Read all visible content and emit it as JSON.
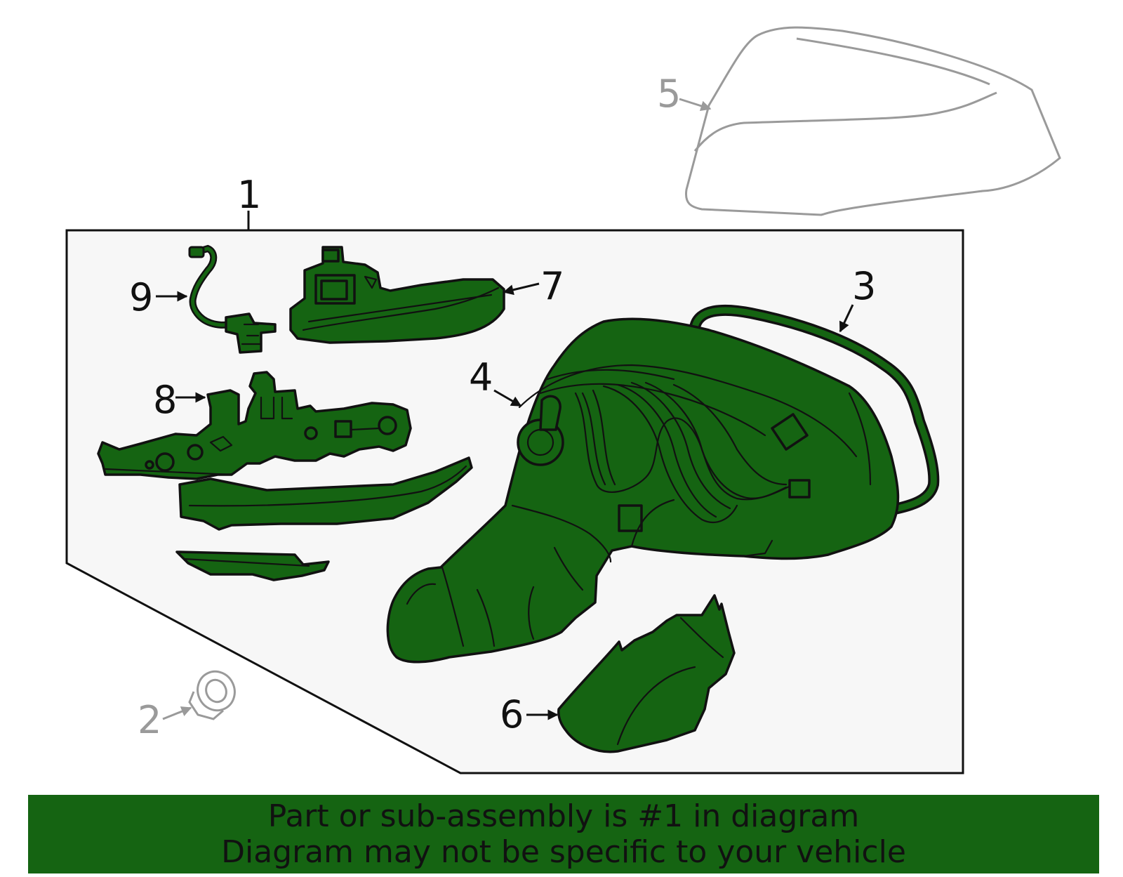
{
  "callouts": {
    "c1": "1",
    "c2": "2",
    "c3": "3",
    "c4": "4",
    "c5": "5",
    "c6": "6",
    "c7": "7",
    "c8": "8",
    "c9": "9"
  },
  "banner": {
    "line1": "Part or sub-assembly is #1 in diagram",
    "line2": "Diagram may not be specific to your vehicle"
  },
  "colors": {
    "highlight": "#156412",
    "panel": "#f7f7f7",
    "outline": "#111111",
    "unselected": "#9a9a9a"
  }
}
